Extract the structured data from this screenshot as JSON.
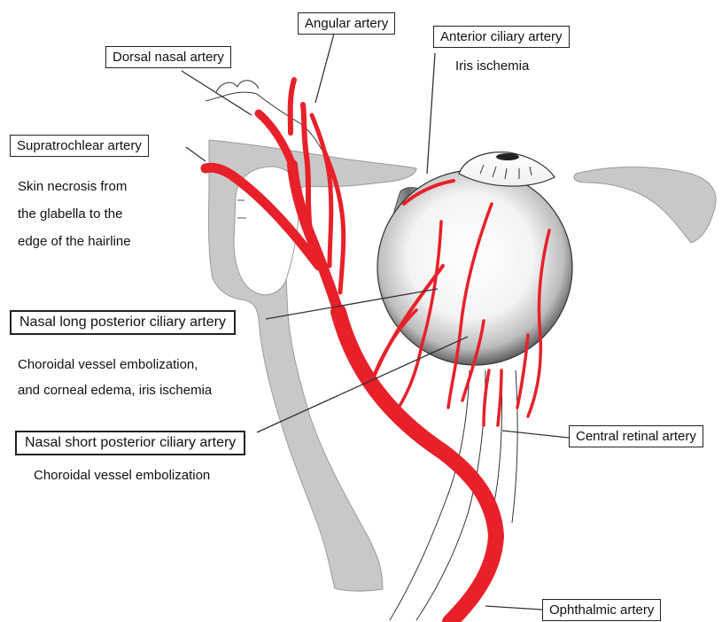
{
  "labels": {
    "angular": "Angular artery",
    "dorsal_nasal": "Dorsal nasal artery",
    "anterior_ciliary": "Anterior ciliary artery",
    "supratrochlear": "Supratrochlear artery",
    "nasal_long": "Nasal long posterior ciliary artery",
    "nasal_short": "Nasal short posterior ciliary artery",
    "central_retinal": "Central retinal artery",
    "ophthalmic": "Ophthalmic artery"
  },
  "notes": {
    "iris": "Iris ischemia",
    "skin_1": "Skin necrosis from",
    "skin_2": "the glabella to the",
    "skin_3": "edge of the hairline",
    "choroid_long_1": "Choroidal vessel embolization,",
    "choroid_long_2": "and corneal edema, iris ischemia",
    "choroid_short": "Choroidal vessel embolization"
  },
  "colors": {
    "artery": "#e8202a",
    "bone": "#c8c8c8",
    "outline": "#333333"
  }
}
